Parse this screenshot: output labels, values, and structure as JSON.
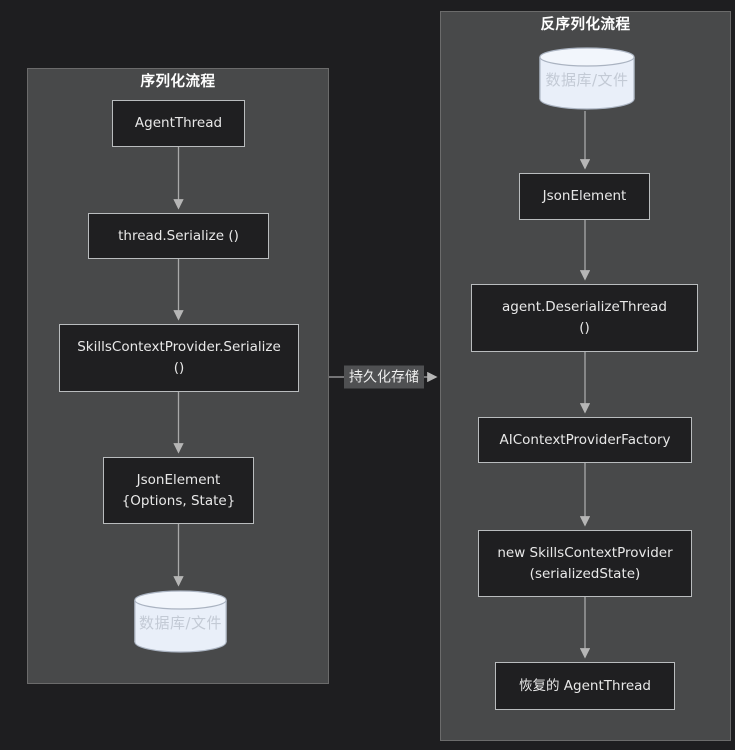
{
  "left_panel": {
    "title": "序列化流程",
    "nodes": {
      "agent_thread": "AgentThread",
      "thread_serialize": "thread.Serialize ()",
      "skills_serialize_line1": "SkillsContextProvider.Serialize",
      "skills_serialize_line2": "()",
      "json_element_line1": "JsonElement",
      "json_element_line2": "{Options, State}",
      "database": "数据库/文件"
    }
  },
  "right_panel": {
    "title": "反序列化流程",
    "nodes": {
      "database": "数据库/文件",
      "json_element": "JsonElement",
      "deserialize_line1": "agent.DeserializeThread",
      "deserialize_line2": "()",
      "factory": "AIContextProviderFactory",
      "new_provider_line1": "new SkillsContextProvider",
      "new_provider_line2": "(serializedState)",
      "restored_thread": "恢复的 AgentThread"
    }
  },
  "connector": {
    "label": "持久化存储"
  },
  "colors": {
    "page_background": "#1e1e20",
    "cluster_background": "#48494a",
    "cluster_border": "#6b6b6b",
    "node_background": "#1f1f21",
    "node_border": "#b9bcbe",
    "node_text": "#e8e8e8",
    "edge": "#a9a9a9",
    "edge_label_background": "#4f5052",
    "cylinder_fill": "#e9eff9",
    "cylinder_stroke": "#aab3c1",
    "cylinder_text": "#c3cad5"
  }
}
